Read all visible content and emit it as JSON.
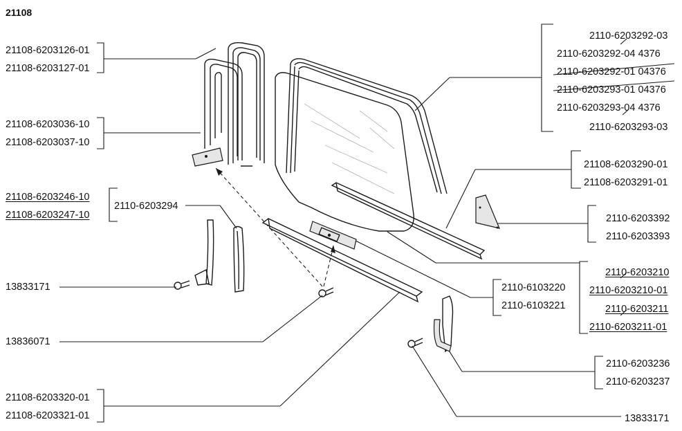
{
  "title": "21108",
  "labels": {
    "l1": "21108-6203126-01",
    "l2": "21108-6203127-01",
    "l3": "21108-6203036-10",
    "l4": "21108-6203037-10",
    "l5": "21108-6203246-10",
    "l6": "21108-6203247-10",
    "l7": "2110-6203294",
    "l8": "13833171",
    "l9": "13836071",
    "l10": "21108-6203320-01",
    "l11": "21108-6203321-01",
    "r1": "2110-6203292-03",
    "r2": "2110-6203292-04   4376",
    "r3": "2110-6203292-01 04376",
    "r4": "2110-6203293-01 04376",
    "r5": "2110-6203293-04   4376",
    "r6": "2110-6203293-03",
    "r7": "21108-6203290-01",
    "r8": "21108-6203291-01",
    "r9": "2110-6203392",
    "r10": "2110-6203393",
    "m1": "2110-6103220",
    "m2": "2110-6103221",
    "r11": "2110-6203210",
    "r12": "2110-6203210-01",
    "r13": "2110-6203211",
    "r14": "2110-6203211-01",
    "r15": "2110-6203236",
    "r16": "2110-6203237",
    "r17": "13833171"
  }
}
